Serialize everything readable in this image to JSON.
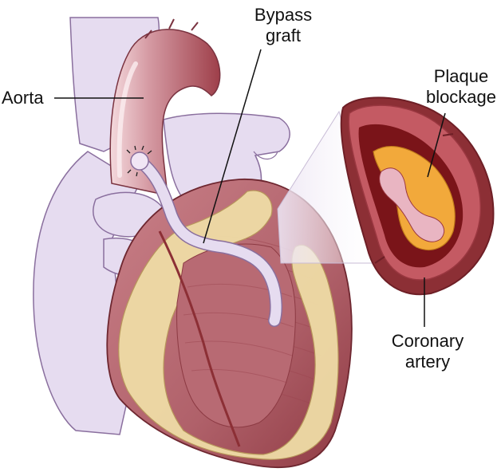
{
  "labels": {
    "aorta": "Aorta",
    "bypass_line1": "Bypass",
    "bypass_line2": "graft",
    "plaque_line1": "Plaque",
    "plaque_line2": "blockage",
    "coronary_line1": "Coronary",
    "coronary_line2": "artery"
  },
  "colors": {
    "vessel_lavender": "#e6dcf0",
    "vessel_outline": "#8a6f9e",
    "aorta_pink": "#c98a93",
    "heart_muscle": "#b76c72",
    "heart_dark": "#8c2f35",
    "fat_yellow": "#efdca6",
    "plaque_orange": "#f2a93b",
    "lumen_red": "#7a1419"
  }
}
